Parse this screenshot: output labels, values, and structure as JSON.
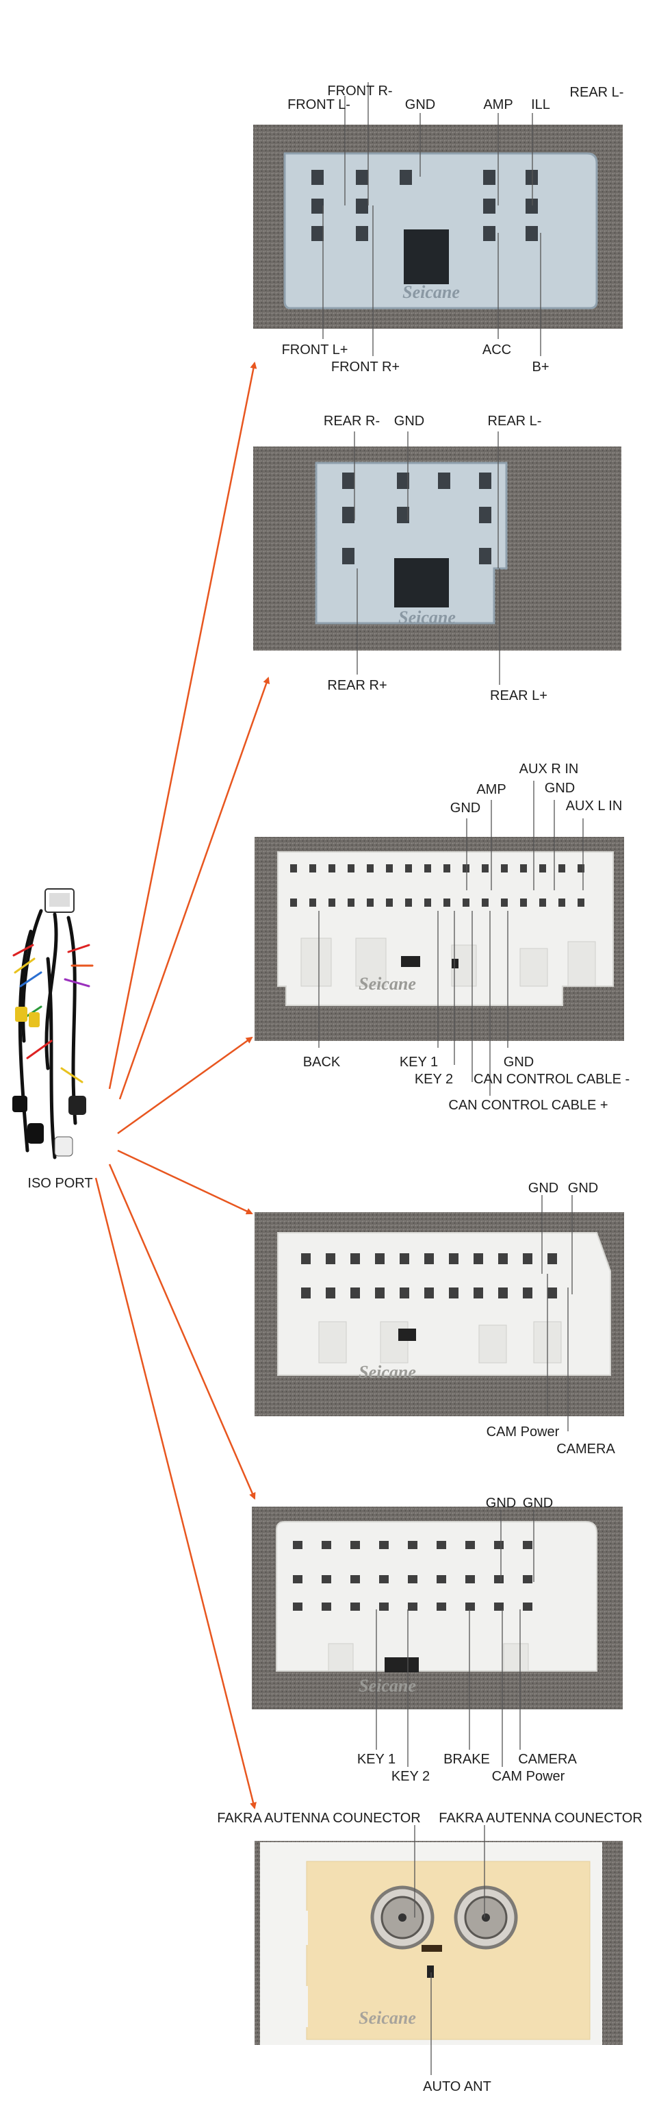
{
  "brand": "Seicane",
  "colors": {
    "arrow": "#e8561f",
    "leader": "#555555",
    "carpet": "#6f6b67",
    "housing_blue": "#c5d1d9",
    "housing_white": "#f1f1ef",
    "fakra_inner": "#f3dfb2"
  },
  "iso_port": {
    "label": "ISO PORT"
  },
  "connectors": [
    {
      "top_labels": [
        "FRONT R-",
        "FRONT L-",
        "GND",
        "AMP",
        "ILL",
        "REAR L-"
      ],
      "bottom_labels": [
        "FRONT L+",
        "FRONT R+",
        "ACC",
        "B+"
      ]
    },
    {
      "top_labels": [
        "REAR R-",
        "GND",
        "REAR L-"
      ],
      "bottom_labels": [
        "REAR R+",
        "REAR L+"
      ]
    },
    {
      "top_labels": [
        "AUX R IN",
        "AMP",
        "GND",
        "GND",
        "AUX L IN"
      ],
      "bottom_labels": [
        "BACK",
        "KEY 1",
        "KEY 2",
        "GND",
        "CAN CONTROL CABLE -",
        "CAN CONTROL CABLE +"
      ]
    },
    {
      "top_labels": [
        "GND",
        "GND"
      ],
      "bottom_labels": [
        "CAM Power",
        "CAMERA"
      ]
    },
    {
      "top_labels": [
        "GND",
        "GND"
      ],
      "bottom_labels": [
        "KEY 1",
        "KEY 2",
        "BRAKE",
        "CAMERA",
        "CAM Power"
      ]
    },
    {
      "top_labels": [
        "FAKRA AUTENNA COUNECTOR",
        "FAKRA AUTENNA COUNECTOR"
      ],
      "bottom_labels": [
        "AUTO ANT"
      ]
    }
  ]
}
